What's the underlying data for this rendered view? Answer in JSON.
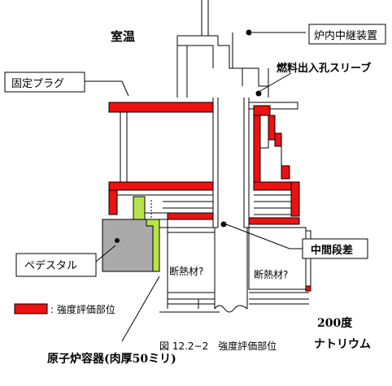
{
  "labels": {
    "room_temp": "室温",
    "in_reactor_relay": "炉内中継装置",
    "fuel_sleeve": "燃料出入孔スリーブ",
    "fixed_plug": "固定プラグ",
    "middle_step": "中間段差",
    "pedestal": "ペデスタル",
    "insulation_left": "断熱材?",
    "insulation_right": "断熱材?",
    "legend_text": ": 強度評価部位",
    "temp_200": "200度",
    "sodium": "ナトリウム",
    "caption": "図 12.2−2　強度評価部位",
    "vessel": "原子炉容器(肉厚50ミリ)"
  },
  "colors": {
    "evaluation_red": "#ee1111",
    "pedestal_gray": "#aaaaaa",
    "green_highlight": "#b6e44a",
    "line": "#000000"
  }
}
